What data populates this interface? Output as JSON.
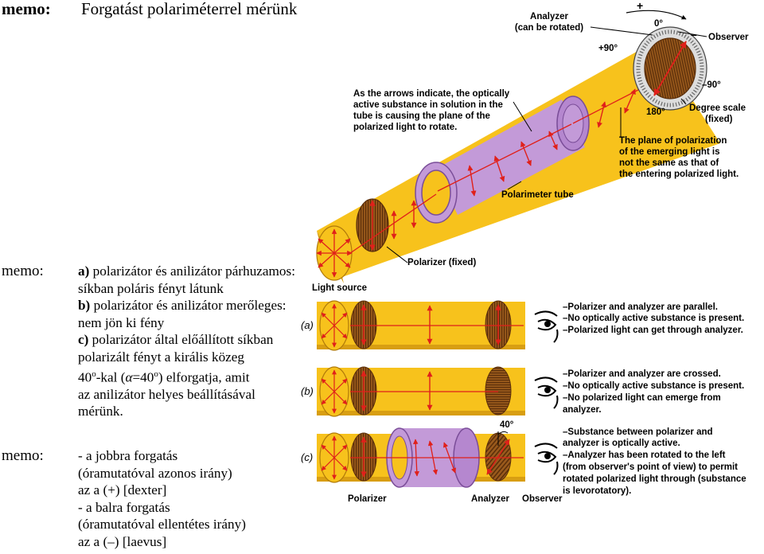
{
  "memo_header": "memo:",
  "title": "Forgatást polariméterrel mérünk",
  "memo_label_1": "memo:",
  "memo_label_2": "memo:",
  "left_text_1": {
    "a_prefix": "a)",
    "a_line1": " polarizátor és anilizátor párhuzamos:",
    "a_line2": "síkban poláris fényt látunk",
    "b_prefix": "b)",
    "b_line1": " polarizátor és anilizátor merőleges:",
    "b_line2": "nem jön ki fény",
    "c_prefix": "c)",
    "c_line1": " polarizátor által előállított síkban",
    "c_line2": "polarizált fényt a királis közeg",
    "c_line3_a": "40",
    "c_line3_sup1": "o",
    "c_line3_b": "-kal (",
    "c_line3_alpha": "α",
    "c_line3_c": "=40",
    "c_line3_sup2": "o",
    "c_line3_d": ") elforgatja, amit",
    "c_line4": "az  anilizátor helyes beállításával",
    "c_line5": "mérünk."
  },
  "left_text_2": [
    "- a jobbra forgatás",
    "(óramutatóval azonos irány)",
    "az a  (+) [dexter]",
    "- a balra forgatás",
    "(óramutatóval ellentétes irány)",
    "az a  (–)  [laevus]"
  ],
  "diagram_top": {
    "analyzer_line1": "Analyzer",
    "analyzer_line2": "(can be rotated)",
    "plus_sign": "+",
    "minus_sign": "–",
    "zero_deg": "0°",
    "plus90": "+90°",
    "minus90": "–90°",
    "deg180": "180°",
    "observer": "Observer",
    "degree_scale_1": "Degree scale",
    "degree_scale_2": "(fixed)",
    "arrows_note": [
      "As the arrows indicate, the optically",
      "active substance in solution in the",
      "tube is causing the plane of the",
      "polarized light to rotate."
    ],
    "plane_note": [
      "The plane of polarization",
      "of the emerging light is",
      "not the same as that of",
      "the entering polarized light."
    ],
    "polarimeter_tube": "Polarimeter tube",
    "polarizer_fixed": "Polarizer (fixed)",
    "light_source": "Light source"
  },
  "panels": {
    "a_label": "(a)",
    "b_label": "(b)",
    "c_label": "(c)",
    "a_notes": [
      "–Polarizer and analyzer are parallel.",
      "–No optically active substance is present.",
      "–Polarized light can get through analyzer."
    ],
    "b_notes": [
      "–Polarizer and analyzer are crossed.",
      "–No optically active substance is present.",
      "–No polarized light can emerge from",
      "  analyzer."
    ],
    "c_notes": [
      "–Substance between polarizer and",
      "  analyzer is optically active.",
      "–Analyzer has been rotated to the left",
      "  (from observer's point of view) to permit",
      "  rotated polarized light through (substance",
      "  is levorotatory)."
    ],
    "angle_40": "40°",
    "bottom_polarizer": "Polarizer",
    "bottom_analyzer": "Analyzer",
    "bottom_observer": "Observer"
  },
  "colors": {
    "beam": "#f7c21c",
    "beam_dark": "#d89e12",
    "tube": "#c39ad8",
    "tube_dark": "#8f5fb0",
    "disc": "#9a5a1c",
    "disc_dark": "#5a2e0a",
    "arrow": "#e0201a"
  }
}
